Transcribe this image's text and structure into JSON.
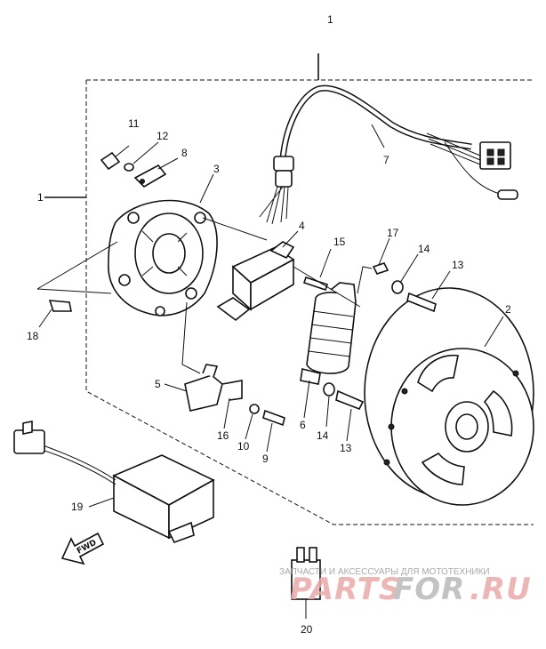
{
  "callouts": {
    "c1_top": "1",
    "c1_left": "1",
    "c2": "2",
    "c3": "3",
    "c4": "4",
    "c5": "5",
    "c6": "6",
    "c7": "7",
    "c8": "8",
    "c9": "9",
    "c10": "10",
    "c11": "11",
    "c12": "12",
    "c13_upper": "13",
    "c13_lower": "13",
    "c14_upper": "14",
    "c14_lower": "14",
    "c15": "15",
    "c16": "16",
    "c17": "17",
    "c18": "18",
    "c19": "19",
    "c20": "20"
  },
  "fwd_label": "FWD",
  "watermark": {
    "tagline": "ЗАПЧАСТИ И АКСЕССУАРЫ ДЛЯ МОТОТЕХНИКИ",
    "brand_part1": "PARTS",
    "brand_part2": "FOR",
    "brand_part3": ".RU"
  },
  "colors": {
    "ink": "#111111",
    "watermark_red": "#e9aaa8",
    "watermark_grey": "#b9b9b9"
  }
}
